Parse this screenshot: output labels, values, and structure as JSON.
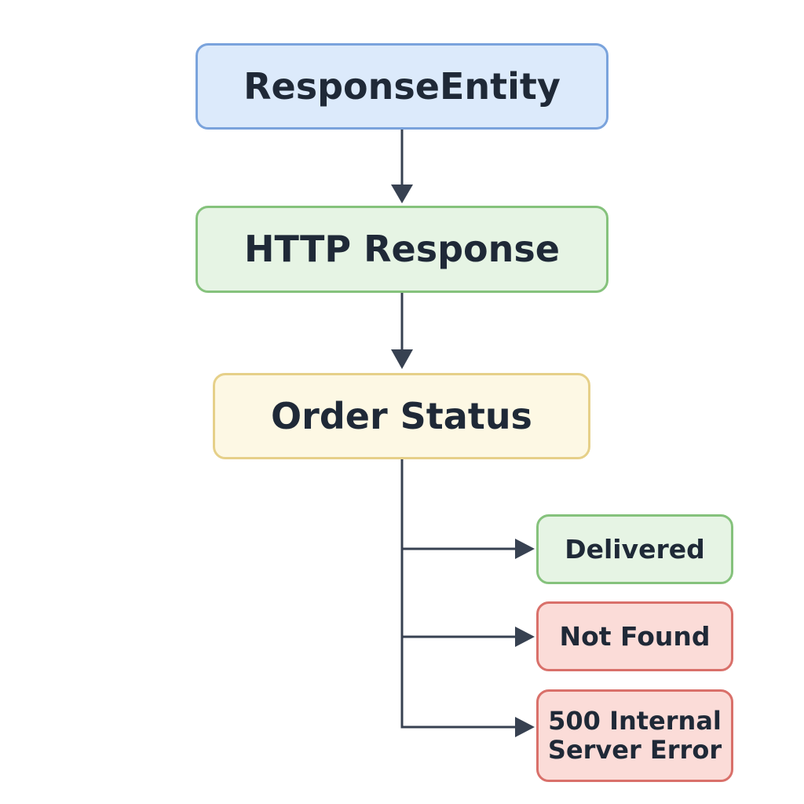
{
  "nodes": {
    "response_entity": {
      "label": "ResponseEntity",
      "fill": "#dceafb",
      "border": "#7aa3dc"
    },
    "http_response": {
      "label": "HTTP Response",
      "fill": "#e6f4e4",
      "border": "#85c27c"
    },
    "order_status": {
      "label": "Order Status",
      "fill": "#fdf8e4",
      "border": "#e6d089"
    },
    "delivered": {
      "label": "Delivered",
      "fill": "#e6f4e4",
      "border": "#85c27c"
    },
    "not_found": {
      "label": "Not Found",
      "fill": "#fbdcd8",
      "border": "#d9706a"
    },
    "internal_error": {
      "line1": "500 Internal",
      "line2": "Server Error",
      "fill": "#fbdcd8",
      "border": "#d9706a"
    }
  },
  "colors": {
    "connector": "#374151",
    "text": "#1f2937"
  }
}
